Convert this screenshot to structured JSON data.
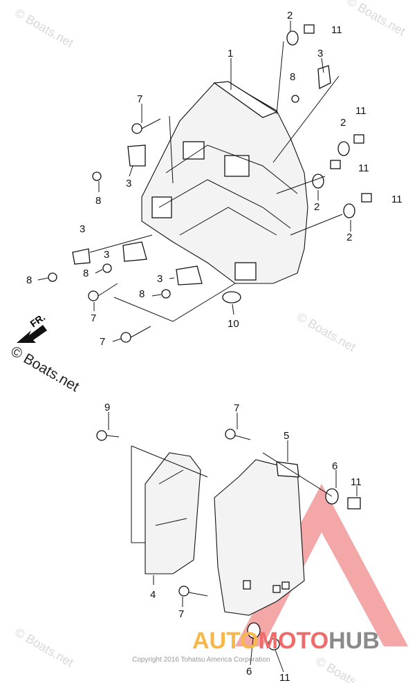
{
  "watermark": "© Boats.net",
  "fr_label": "FR.",
  "copyright": "Copyright 2016 Tohatsu America Corporation",
  "logo": {
    "auto": "AUTO",
    "moto": "MOTO",
    "hub": "HUB",
    "auto_color": "#f7b84a",
    "moto_color": "#ef6a6a",
    "hub_color": "#8a8a8a",
    "triangle_color": "#f08a8a"
  },
  "callouts": {
    "c1": "1",
    "c2a": "2",
    "c11a": "11",
    "c3a": "3",
    "c8a": "8",
    "c7a": "7",
    "c11b": "11",
    "c2b": "2",
    "c11c": "11",
    "c3b": "3",
    "c8b": "8",
    "c2c": "2",
    "c11d": "11",
    "c2d": "2",
    "c3c": "3",
    "c3d": "3",
    "c8c": "8",
    "c8d": "8",
    "c3e": "3",
    "c8e": "8",
    "c7b": "7",
    "c10": "10",
    "c7c": "7",
    "c9": "9",
    "c7d": "7",
    "c5": "5",
    "c6a": "6",
    "c11e": "11",
    "c4": "4",
    "c7e": "7",
    "c6b": "6",
    "c11f": "11"
  }
}
